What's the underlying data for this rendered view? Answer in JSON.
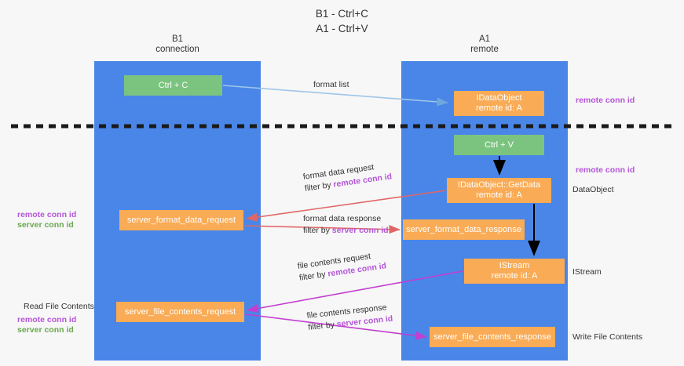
{
  "title": {
    "line1": "B1 - Ctrl+C",
    "line2": "A1 - Ctrl+V"
  },
  "lanes": [
    {
      "id": "b1",
      "name": "B1",
      "role": "connection",
      "color": "#4a86e8"
    },
    {
      "id": "a1",
      "name": "A1",
      "role": "remote",
      "color": "#4a86e8"
    }
  ],
  "boxes": {
    "ctrl_c": {
      "label": "Ctrl + C",
      "color": "#7bc47f"
    },
    "idataobject": {
      "label": "IDataObject",
      "sub": "remote id: A",
      "color": "#f9ab55"
    },
    "ctrl_v": {
      "label": "Ctrl + V",
      "color": "#7bc47f"
    },
    "getdata": {
      "label": "IDataObject::GetData",
      "sub": "remote id: A",
      "color": "#f9ab55"
    },
    "format_data_request": {
      "label": "server_format_data_request",
      "color": "#f9ab55"
    },
    "format_data_response": {
      "label": "server_format_data_response",
      "color": "#f9ab55"
    },
    "istream": {
      "label": "IStream",
      "sub": "remote id: A",
      "color": "#f9ab55"
    },
    "file_contents_request": {
      "label": "server_file_contents_request",
      "color": "#f9ab55"
    },
    "file_contents_response": {
      "label": "server_file_contents_response",
      "color": "#f9ab55"
    }
  },
  "wire_labels": {
    "format_list": "format list",
    "format_data_request": "format data request",
    "format_data_request_filter_prefix": "filter by ",
    "format_data_request_filter_key": "remote conn id",
    "format_data_response": "format data response",
    "format_data_response_filter_prefix": "filter by ",
    "format_data_response_filter_key": "server conn id",
    "file_contents_request": "file contents request",
    "file_contents_request_filter_prefix": "filter by ",
    "file_contents_request_filter_key": "remote conn id",
    "file_contents_response": "file contents response",
    "file_contents_response_filter_prefix": "filter by ",
    "file_contents_response_filter_key": "server conn id"
  },
  "annotations": {
    "right_remote_conn_id_1": "remote conn id",
    "right_remote_conn_id_2": "remote conn id",
    "right_dataobject": "DataObject",
    "right_istream": "IStream",
    "right_write_file_contents": "Write File Contents",
    "left_remote_conn_id_1": "remote conn id",
    "left_server_conn_id_1": "server conn id",
    "left_read_file_contents": "Read File Contents",
    "left_remote_conn_id_2": "remote conn id",
    "left_server_conn_id_2": "server conn id"
  },
  "colors": {
    "lane": "#4a86e8",
    "green_box": "#7bc47f",
    "orange_box": "#f9ab55",
    "magenta": "#b456d8",
    "green_text": "#6aa84f",
    "red_arrow": "#e06666",
    "blue_arrow": "#9fc5e8",
    "magenta_arrow": "#c23fd0",
    "black_arrow": "#000000",
    "divider": "#1a1a1a",
    "background": "#f7f7f7"
  },
  "divider": {
    "style": "dashed",
    "label": ""
  }
}
